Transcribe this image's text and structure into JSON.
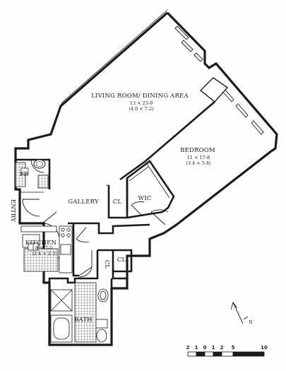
{
  "rooms": {
    "living": {
      "name": "LIVING ROOM/ DINING AREA",
      "dim_ft": "13 × 23-9",
      "dim_m": "(4.0 × 7.2)"
    },
    "bedroom": {
      "name": "BEDROOM",
      "dim_ft": "11 × 17-8",
      "dim_m": "(3.4 × 5.4)"
    },
    "kitchen": {
      "name": "KITCHEN",
      "dim_ft": "8 × 7-5",
      "dim_m": "(2.4 × 2.3)"
    },
    "gallery": {
      "name": "GALLERY"
    },
    "wic": {
      "name": "WIC"
    },
    "closet_gallery": {
      "name": "CL"
    },
    "closet_hall": {
      "name": "CL"
    },
    "closet_small": {
      "name": "CL"
    },
    "bath": {
      "name": "BATH"
    },
    "powder": {
      "name": "PR"
    },
    "entry": {
      "name": "ENTRY"
    }
  },
  "scale": {
    "ticks": [
      "2",
      "1",
      "0",
      "1",
      "2",
      "5",
      "10"
    ]
  },
  "compass": {
    "label": "N"
  }
}
